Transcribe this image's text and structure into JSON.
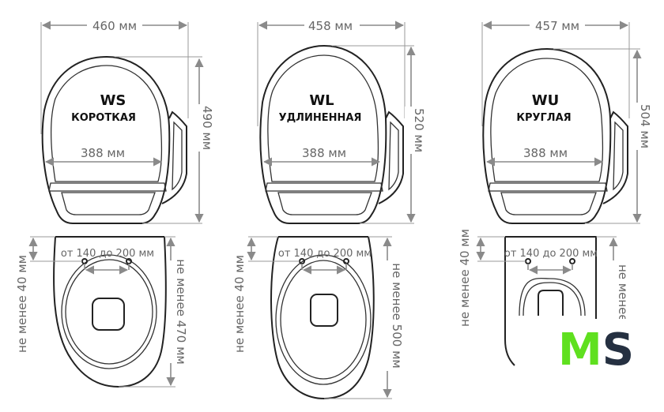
{
  "models": [
    {
      "code": "WS",
      "name": "КОРОТКАЯ",
      "width": "460 мм",
      "length": "490 мм",
      "inner_width": "388 мм",
      "min_front": "не менее 40 мм",
      "holes": "от 140 до 200 мм",
      "min_length": "не менее 470 мм"
    },
    {
      "code": "WL",
      "name": "УДЛИНЕННАЯ",
      "width": "458 мм",
      "length": "520 мм",
      "inner_width": "388 мм",
      "min_front": "не менее 40 мм",
      "holes": "от 140 до 200 мм",
      "min_length": "не менее 500 мм"
    },
    {
      "code": "WU",
      "name": "КРУГЛАЯ",
      "width": "457 мм",
      "length": "504 мм",
      "inner_width": "388 мм",
      "min_front": "не менее 40 мм",
      "holes": "от 140 до 200 мм",
      "min_length": "не менее"
    }
  ],
  "logo": {
    "text_m": "M",
    "text_s": "S",
    "color_m": "#5fe01f",
    "color_s": "#253041"
  }
}
